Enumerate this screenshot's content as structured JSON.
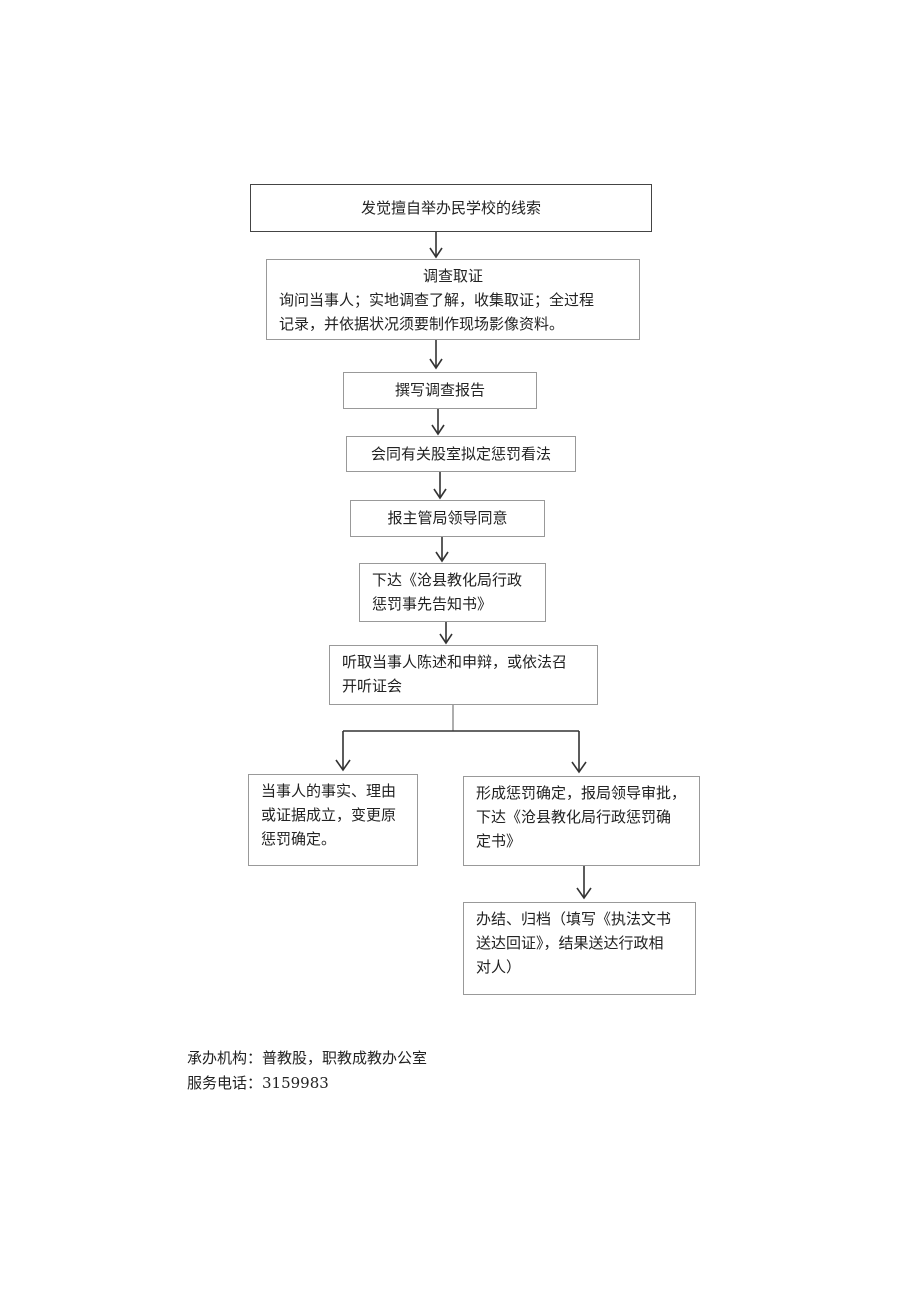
{
  "flow": {
    "step1": "发觉擅自举办民学校的线索",
    "step2": {
      "title": "调查取证",
      "line1": "询问当事人；实地调查了解，收集取证；全过程",
      "line2": "记录，并依据状况须要制作现场影像资料。"
    },
    "step3": "撰写调查报告",
    "step4": "会同有关股室拟定惩罚看法",
    "step5": "报主管局领导同意",
    "step6": {
      "line1": "下达《沧县教化局行政",
      "line2": "惩罚事先告知书》"
    },
    "step7": {
      "line1": "听取当事人陈述和申辩，或依法召",
      "line2": "开听证会"
    },
    "branch_left": {
      "line1": "当事人的事实、理由",
      "line2": "或证据成立，变更原",
      "line3": "惩罚确定。"
    },
    "branch_right": {
      "line1": "形成惩罚确定，报局领导审批，",
      "line2": "下达《沧县教化局行政惩罚确",
      "line3": "定书》"
    },
    "final": {
      "line1": "办结、归档（填写《执法文书",
      "line2": "送达回证》，结果送达行政相",
      "line3": "对人）"
    }
  },
  "footer": {
    "agency": "承办机构：普教股，职教成教办公室",
    "phone": "服务电话：3159983"
  }
}
